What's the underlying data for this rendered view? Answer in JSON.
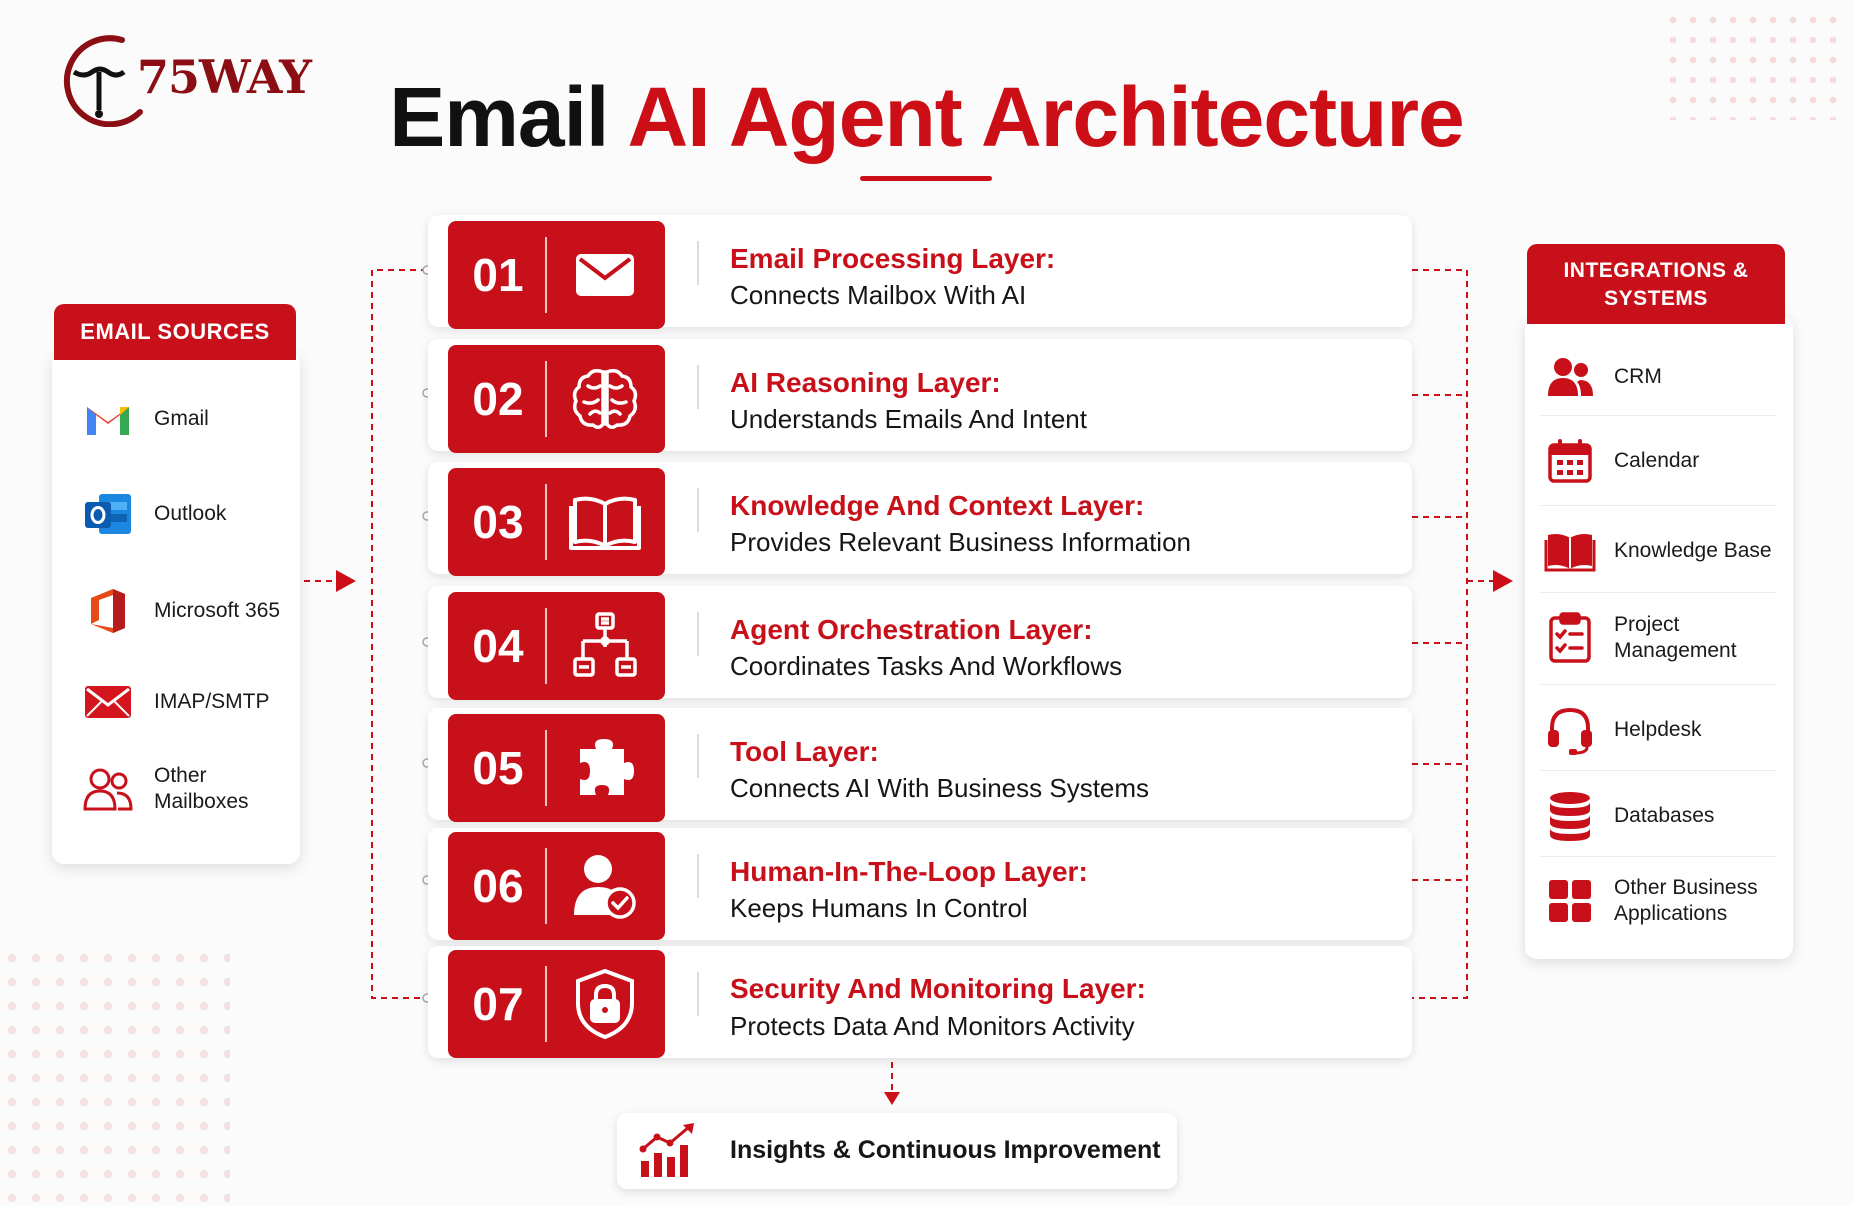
{
  "logo": {
    "text": "75WAY"
  },
  "title": {
    "part1": "Email",
    "part2": "AI Agent Architecture"
  },
  "email_sources": {
    "heading": "EMAIL SOURCES",
    "items": [
      {
        "label": "Gmail",
        "icon": "gmail-icon"
      },
      {
        "label": "Outlook",
        "icon": "outlook-icon"
      },
      {
        "label": "Microsoft 365",
        "icon": "microsoft-365-icon"
      },
      {
        "label": "IMAP/SMTP",
        "icon": "envelope-icon"
      },
      {
        "label_line1": "Other",
        "label_line2": "Mailboxes",
        "icon": "users-icon"
      }
    ]
  },
  "layers": [
    {
      "number": "01",
      "title": "Email Processing Layer:",
      "description": "Connects Mailbox With AI",
      "icon": "envelope-icon"
    },
    {
      "number": "02",
      "title": "AI Reasoning Layer:",
      "description": "Understands Emails And Intent",
      "icon": "brain-icon"
    },
    {
      "number": "03",
      "title": "Knowledge And Context Layer:",
      "description": "Provides Relevant Business Information",
      "icon": "open-book-icon"
    },
    {
      "number": "04",
      "title": "Agent Orchestration Layer:",
      "description": "Coordinates Tasks And Workflows",
      "icon": "hierarchy-icon"
    },
    {
      "number": "05",
      "title": "Tool Layer:",
      "description": "Connects AI With Business Systems",
      "icon": "puzzle-icon"
    },
    {
      "number": "06",
      "title": "Human-In-The-Loop Layer:",
      "description": "Keeps Humans In Control",
      "icon": "user-check-icon"
    },
    {
      "number": "07",
      "title": "Security And Monitoring Layer:",
      "description": "Protects Data And Monitors Activity",
      "icon": "shield-lock-icon"
    }
  ],
  "integrations": {
    "heading_line1": "INTEGRATIONS &",
    "heading_line2": "SYSTEMS",
    "items": [
      {
        "label": "CRM",
        "icon": "users-icon"
      },
      {
        "label": "Calendar",
        "icon": "calendar-icon"
      },
      {
        "label": "Knowledge Base",
        "icon": "book-icon"
      },
      {
        "label_line1": "Project",
        "label_line2": "Management",
        "icon": "clipboard-checklist-icon"
      },
      {
        "label": "Helpdesk",
        "icon": "headset-icon"
      },
      {
        "label": "Databases",
        "icon": "database-icon"
      },
      {
        "label_line1": "Other Business",
        "label_line2": "Applications",
        "icon": "app-grid-icon"
      }
    ]
  },
  "insights": {
    "label": "Insights & Continuous Improvement",
    "icon": "growth-chart-icon"
  },
  "colors": {
    "accent": "#c8101a",
    "title_red": "#cc0f16",
    "text_dark": "#111111",
    "background": "#fbfbfb"
  }
}
